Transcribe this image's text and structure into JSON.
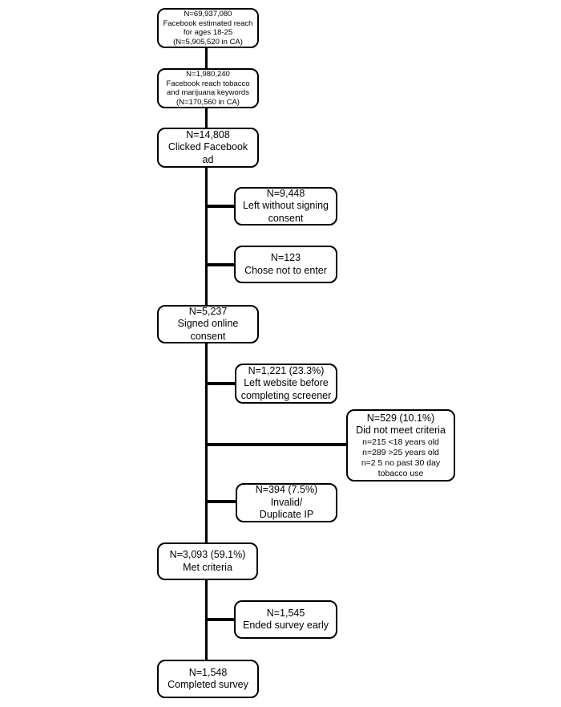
{
  "colors": {
    "box_border": "#000000",
    "box_background": "#ffffff",
    "connector": "#000000",
    "text": "#000000"
  },
  "diagram": {
    "boxes": {
      "fb_reach": {
        "lines": [
          "N=69,937,080",
          "Facebook estimated reach",
          "for ages 18-25",
          "(N=5,905,520 in CA)"
        ]
      },
      "fb_keywords": {
        "lines": [
          "N=1,980,240",
          "Facebook reach tobacco",
          "and marijuana keywords",
          "(N=170,560 in CA)"
        ]
      },
      "clicked_ad": {
        "lines": [
          "N=14,808",
          "Clicked Facebook",
          "ad"
        ]
      },
      "left_without_consent": {
        "lines": [
          "N=9,448",
          "Left without signing",
          "consent"
        ]
      },
      "chose_not_to_enter": {
        "lines": [
          "N=123",
          "Chose not to enter"
        ]
      },
      "signed_consent": {
        "lines": [
          "N=5,237",
          "Signed online",
          "consent"
        ]
      },
      "left_before_screener": {
        "lines": [
          "N=1,221 (23.3%)",
          "Left website before",
          "completing screener"
        ]
      },
      "did_not_meet_criteria": {
        "lines": [
          "N=529 (10.1%)",
          "Did not meet criteria"
        ],
        "sublines": [
          "n=215 <18 years old",
          "n=289 >25 years old",
          "n=2 5 no past 30 day",
          "tobacco use"
        ]
      },
      "invalid_duplicate_ip": {
        "lines": [
          "N=394 (7.5%)",
          "Invalid/",
          "Duplicate IP"
        ]
      },
      "met_criteria": {
        "lines": [
          "N=3,093 (59.1%)",
          "Met criteria"
        ]
      },
      "ended_survey_early": {
        "lines": [
          "N=1,545",
          "Ended survey early"
        ]
      },
      "completed_survey": {
        "lines": [
          "N=1,548",
          "Completed survey"
        ]
      }
    }
  }
}
